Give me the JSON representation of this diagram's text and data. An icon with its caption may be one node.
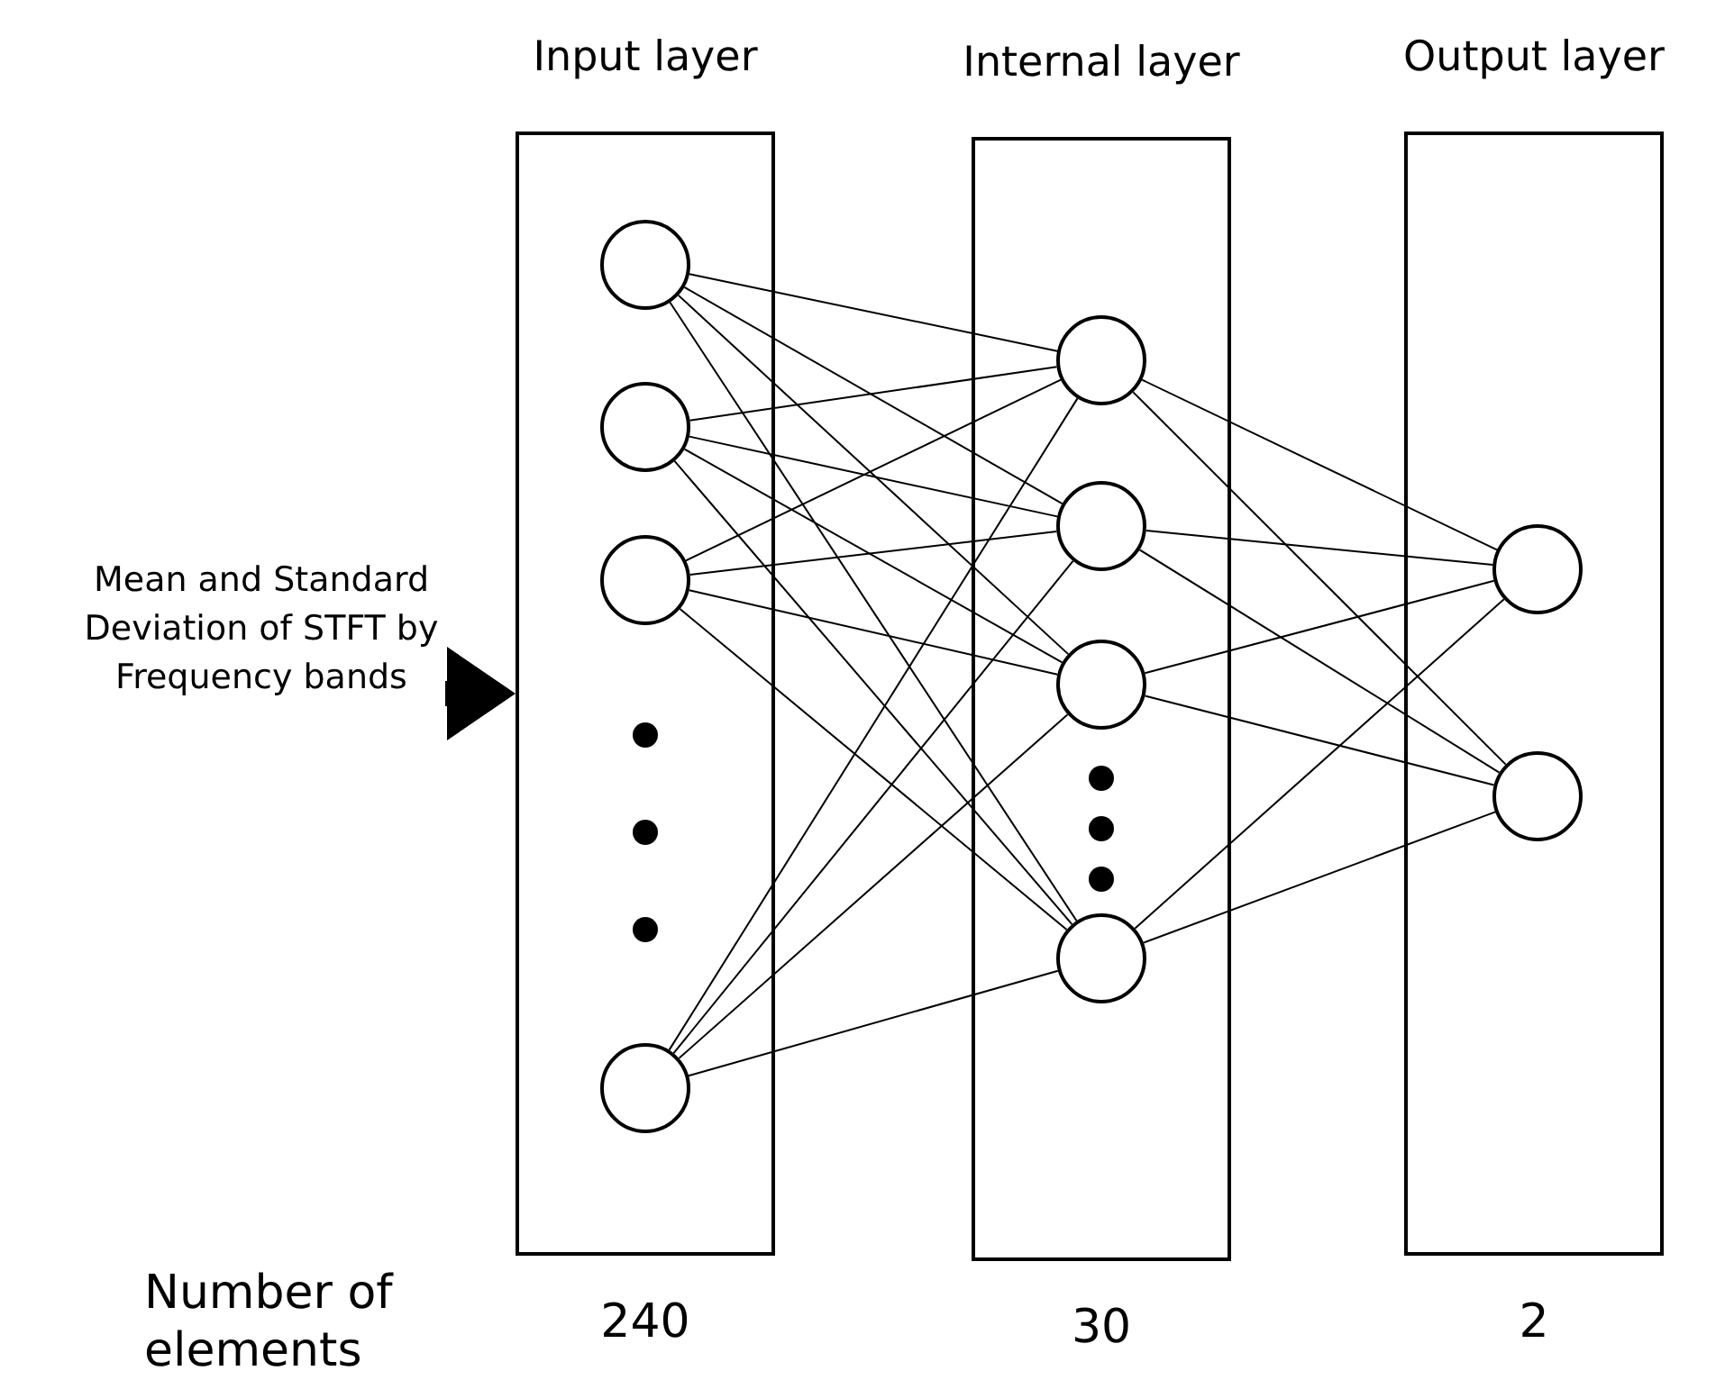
{
  "diagram": {
    "nodes": [
      {
        "text": [
          "Input layer"
        ],
        "beside": [
          "240"
        ]
      },
      {
        "text": [
          "Internal layer"
        ],
        "beside": [
          "30"
        ]
      },
      {
        "text": [
          "Output layer"
        ],
        "beside": [
          "2"
        ]
      },
      {
        "text": [],
        "shape": "circle",
        "in": 0
      },
      {
        "text": [],
        "shape": "circle",
        "in": 0
      },
      {
        "text": [],
        "shape": "circle",
        "in": 0
      },
      {
        "text": [],
        "shape": "circle",
        "in": 0
      },
      {
        "text": [],
        "shape": "circle",
        "in": 1
      },
      {
        "text": [],
        "shape": "circle",
        "in": 1
      },
      {
        "text": [],
        "shape": "circle",
        "in": 1
      },
      {
        "text": [],
        "shape": "circle",
        "in": 1
      },
      {
        "text": [],
        "shape": "circle",
        "in": 2
      },
      {
        "text": [],
        "shape": "circle",
        "in": 2
      },
      {
        "text": [
          "Mean and Standard Deviation of STFT by Frequency bands"
        ]
      }
    ],
    "edges": [
      {
        "from": 13,
        "to": 0,
        "arrow": "to",
        "style": "thick"
      },
      {
        "from": 3,
        "to": 7,
        "arrow": "none"
      },
      {
        "from": 3,
        "to": 8,
        "arrow": "none"
      },
      {
        "from": 3,
        "to": 9,
        "arrow": "none"
      },
      {
        "from": 3,
        "to": 10,
        "arrow": "none"
      },
      {
        "from": 4,
        "to": 7,
        "arrow": "none"
      },
      {
        "from": 4,
        "to": 8,
        "arrow": "none"
      },
      {
        "from": 4,
        "to": 9,
        "arrow": "none"
      },
      {
        "from": 4,
        "to": 10,
        "arrow": "none"
      },
      {
        "from": 5,
        "to": 7,
        "arrow": "none"
      },
      {
        "from": 5,
        "to": 8,
        "arrow": "none"
      },
      {
        "from": 5,
        "to": 9,
        "arrow": "none"
      },
      {
        "from": 5,
        "to": 10,
        "arrow": "none"
      },
      {
        "from": 6,
        "to": 7,
        "arrow": "none"
      },
      {
        "from": 6,
        "to": 8,
        "arrow": "none"
      },
      {
        "from": 6,
        "to": 9,
        "arrow": "none"
      },
      {
        "from": 6,
        "to": 10,
        "arrow": "none"
      },
      {
        "from": 7,
        "to": 11,
        "arrow": "none"
      },
      {
        "from": 7,
        "to": 12,
        "arrow": "none"
      },
      {
        "from": 8,
        "to": 11,
        "arrow": "none"
      },
      {
        "from": 8,
        "to": 12,
        "arrow": "none"
      },
      {
        "from": 9,
        "to": 11,
        "arrow": "none"
      },
      {
        "from": 9,
        "to": 12,
        "arrow": "none"
      },
      {
        "from": 10,
        "to": 11,
        "arrow": "none"
      },
      {
        "from": 10,
        "to": 12,
        "arrow": "none"
      }
    ],
    "labels": [
      "Number of elements"
    ]
  }
}
